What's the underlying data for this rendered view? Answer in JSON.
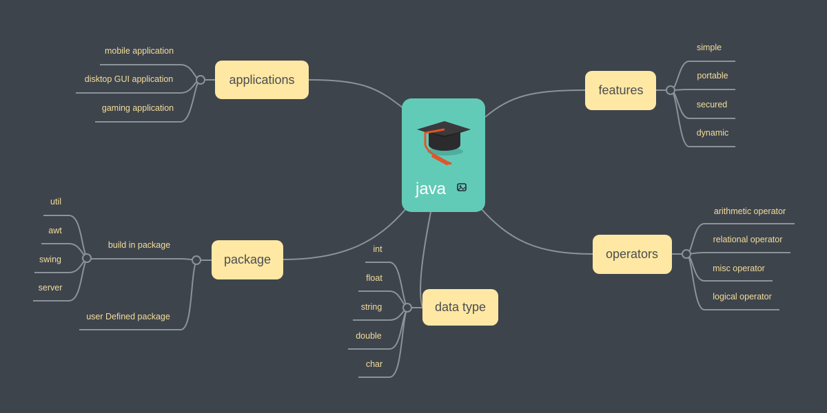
{
  "central": {
    "title": "java",
    "icon": "graduation-cap-icon",
    "attachment_icon": "image-icon",
    "color": "#62cbb8"
  },
  "branches": {
    "applications": {
      "label": "applications",
      "children": [
        "mobile application",
        "disktop GUI application",
        "gaming application"
      ]
    },
    "features": {
      "label": "features",
      "children": [
        "simple",
        "portable",
        "secured",
        "dynamic"
      ]
    },
    "operators": {
      "label": "operators",
      "children": [
        "arithmetic operator",
        "relational operator",
        "misc operator",
        "logical operator"
      ]
    },
    "package": {
      "label": "package",
      "children": [
        {
          "label": "build in package",
          "children": [
            "util",
            "awt",
            "swing",
            "server"
          ]
        },
        {
          "label": "user Defined package"
        }
      ]
    },
    "data_type": {
      "label": "data type",
      "children": [
        "int",
        "float",
        "string",
        "double",
        "char"
      ]
    }
  },
  "colors": {
    "background": "#3e444c",
    "node": "#ffe8a3",
    "leaf_text": "#f2dd9c",
    "line": "#8b949b"
  }
}
